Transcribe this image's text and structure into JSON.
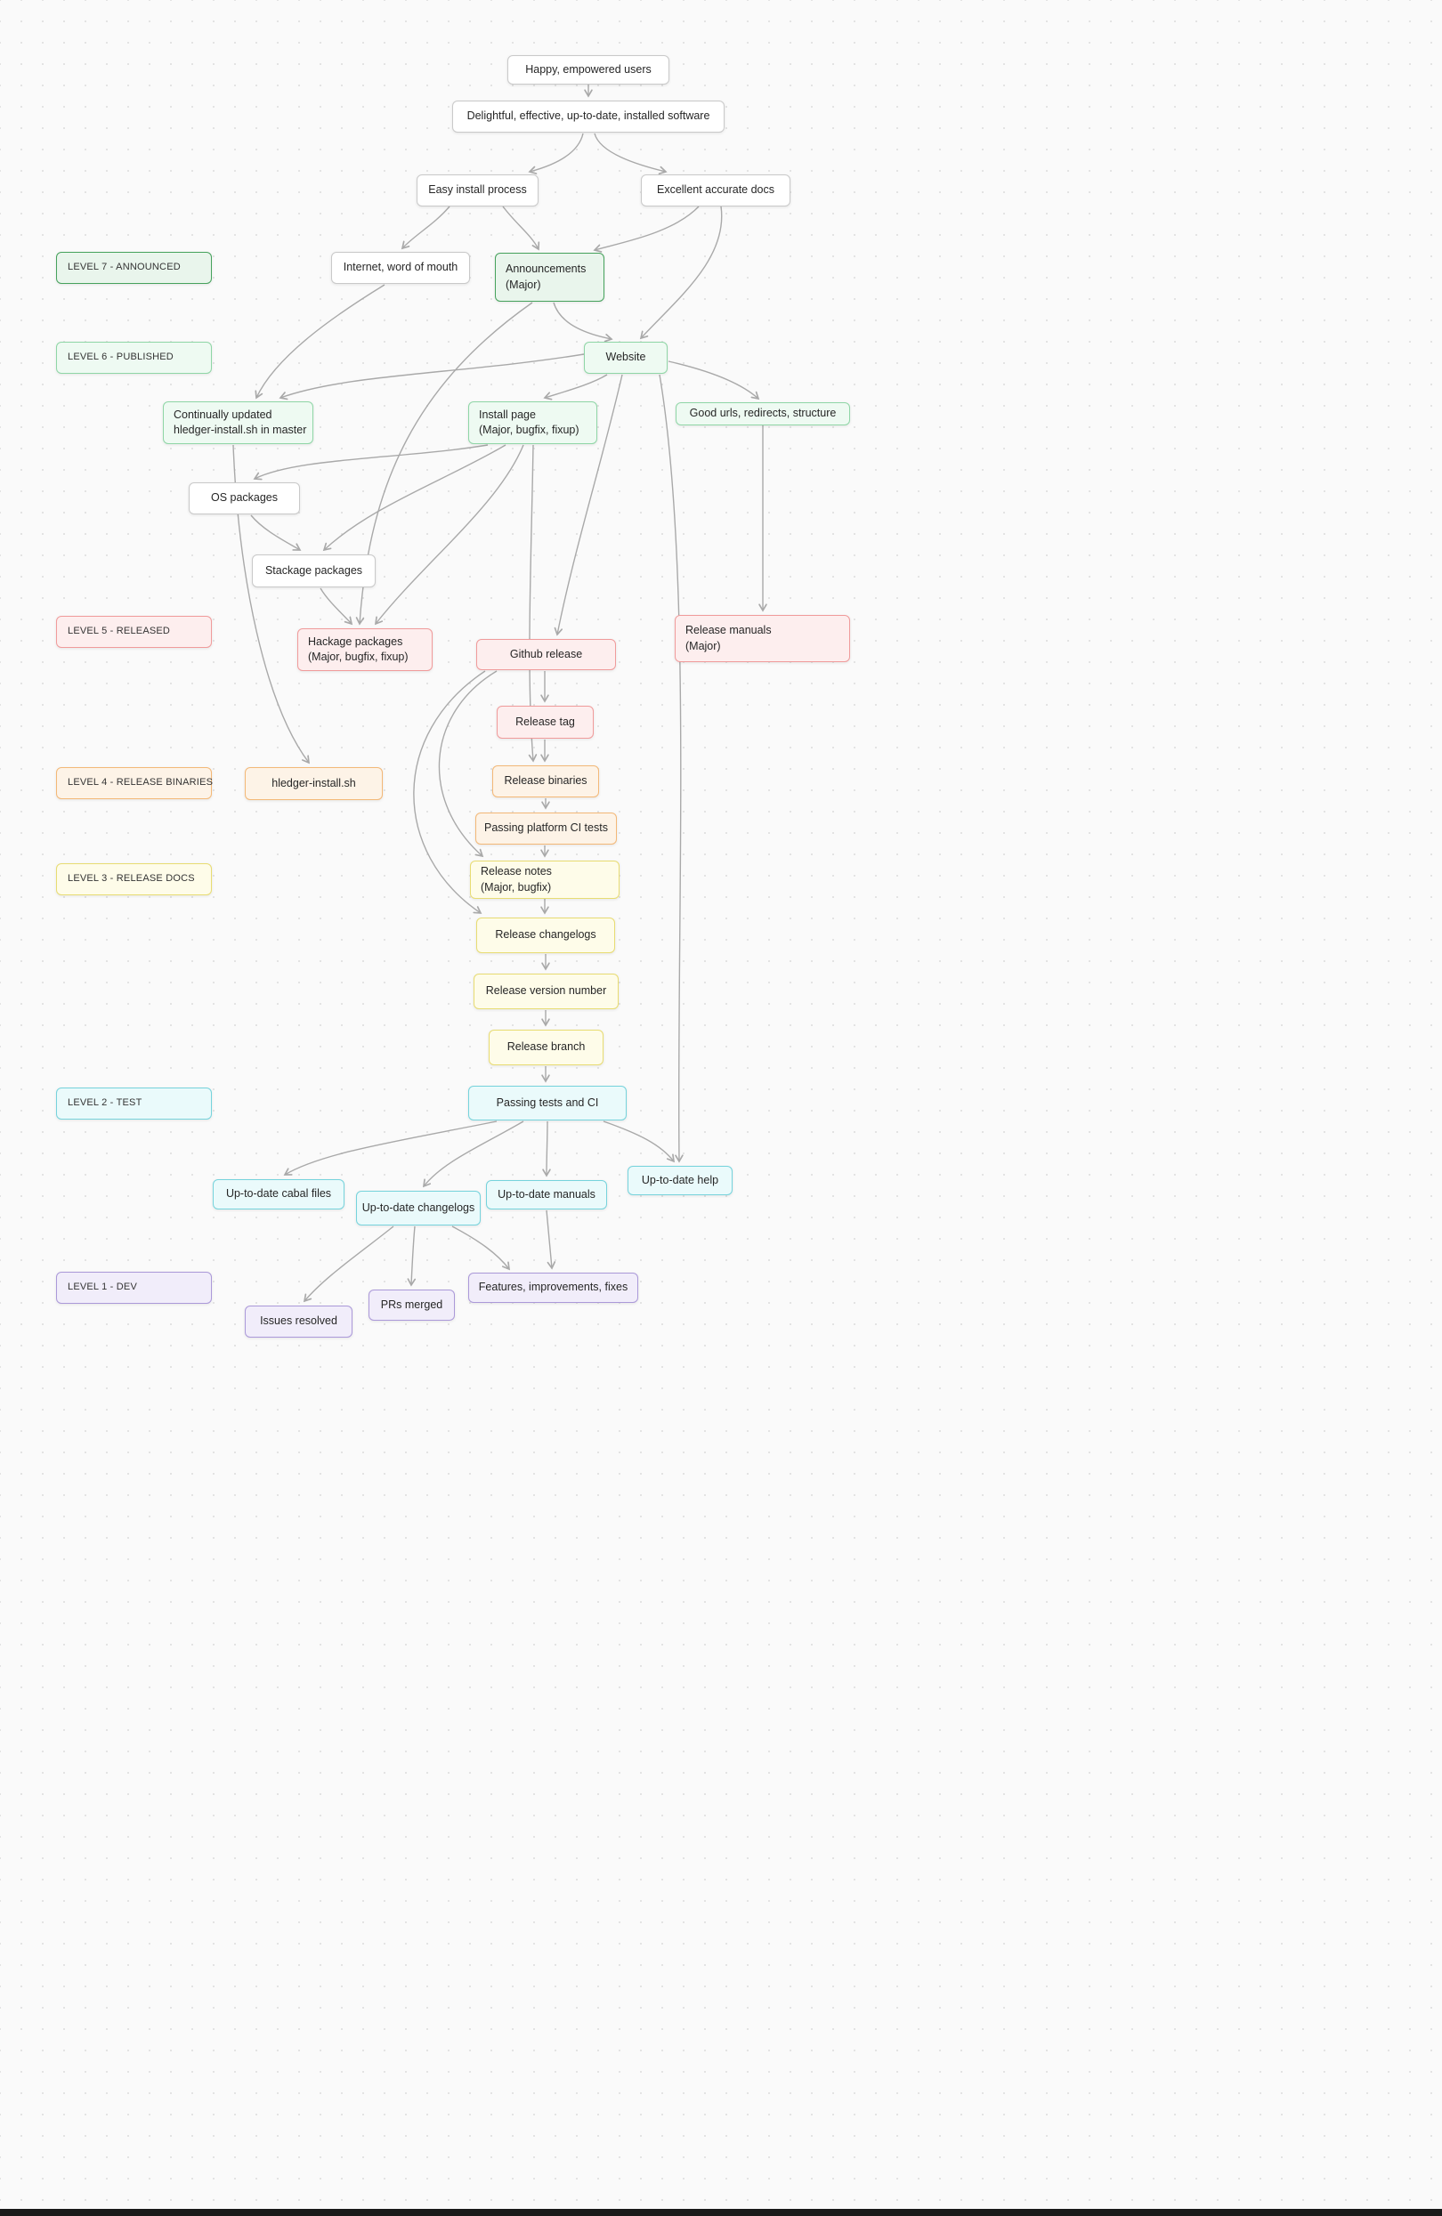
{
  "diagram": {
    "levels": [
      {
        "label": "LEVEL 7 - ANNOUNCED"
      },
      {
        "label": "LEVEL 6 - PUBLISHED"
      },
      {
        "label": "LEVEL 5 - RELEASED"
      },
      {
        "label": "LEVEL 4 - RELEASE BINARIES"
      },
      {
        "label": "LEVEL 3 - RELEASE DOCS"
      },
      {
        "label": "LEVEL 2 - TEST"
      },
      {
        "label": "LEVEL 1 - DEV"
      }
    ],
    "nodes": {
      "happy": {
        "label": "Happy, empowered users"
      },
      "delightful": {
        "label": "Delightful, effective, up-to-date, installed software"
      },
      "easy_install": {
        "label": "Easy install process"
      },
      "excellent_docs": {
        "label": "Excellent accurate docs"
      },
      "internet": {
        "label": "Internet, word of mouth"
      },
      "announcements": {
        "label": "Announcements",
        "sublabel": "(Major)"
      },
      "website": {
        "label": "Website"
      },
      "continually_updated": {
        "label": "Continually updated",
        "sublabel": "hledger-install.sh in master"
      },
      "install_page": {
        "label": "Install page",
        "sublabel": "(Major, bugfix, fixup)"
      },
      "good_urls": {
        "label": "Good urls, redirects, structure"
      },
      "os_packages": {
        "label": "OS packages"
      },
      "stackage_packages": {
        "label": "Stackage packages"
      },
      "hackage_packages": {
        "label": "Hackage packages",
        "sublabel": "(Major, bugfix, fixup)"
      },
      "github_release": {
        "label": "Github release"
      },
      "release_manuals": {
        "label": "Release manuals",
        "sublabel": "(Major)"
      },
      "release_tag": {
        "label": "Release tag"
      },
      "hledger_install_sh": {
        "label": "hledger-install.sh"
      },
      "release_binaries": {
        "label": "Release binaries"
      },
      "platform_ci": {
        "label": "Passing platform CI tests"
      },
      "release_notes": {
        "label": "Release notes",
        "sublabel": "(Major, bugfix)"
      },
      "release_changelogs": {
        "label": "Release changelogs"
      },
      "release_version_number": {
        "label": "Release version number"
      },
      "release_branch": {
        "label": "Release branch"
      },
      "passing_tests_ci": {
        "label": "Passing tests and CI"
      },
      "cabal_files": {
        "label": "Up-to-date cabal files"
      },
      "up_changelogs": {
        "label": "Up-to-date changelogs"
      },
      "up_manuals": {
        "label": "Up-to-date manuals"
      },
      "up_help": {
        "label": "Up-to-date help"
      },
      "features": {
        "label": "Features, improvements, fixes"
      },
      "prs_merged": {
        "label": "PRs merged"
      },
      "issues_resolved": {
        "label": "Issues resolved"
      }
    },
    "edges": [
      {
        "from": "happy",
        "to": "delightful"
      },
      {
        "from": "delightful",
        "to": "easy_install"
      },
      {
        "from": "delightful",
        "to": "excellent_docs"
      },
      {
        "from": "easy_install",
        "to": "internet"
      },
      {
        "from": "easy_install",
        "to": "announcements"
      },
      {
        "from": "excellent_docs",
        "to": "announcements"
      },
      {
        "from": "excellent_docs",
        "to": "website"
      },
      {
        "from": "announcements",
        "to": "website"
      },
      {
        "from": "announcements",
        "to": "hackage_packages"
      },
      {
        "from": "internet",
        "to": "continually_updated"
      },
      {
        "from": "website",
        "to": "continually_updated"
      },
      {
        "from": "website",
        "to": "install_page"
      },
      {
        "from": "website",
        "to": "good_urls"
      },
      {
        "from": "website",
        "to": "github_release"
      },
      {
        "from": "website",
        "to": "up_help"
      },
      {
        "from": "good_urls",
        "to": "release_manuals"
      },
      {
        "from": "continually_updated",
        "to": "hledger_install_sh"
      },
      {
        "from": "install_page",
        "to": "os_packages"
      },
      {
        "from": "install_page",
        "to": "stackage_packages"
      },
      {
        "from": "install_page",
        "to": "hackage_packages"
      },
      {
        "from": "install_page",
        "to": "release_binaries"
      },
      {
        "from": "stackage_packages",
        "to": "hackage_packages"
      },
      {
        "from": "os_packages",
        "to": "stackage_packages"
      },
      {
        "from": "github_release",
        "to": "release_tag"
      },
      {
        "from": "github_release",
        "to": "release_notes"
      },
      {
        "from": "github_release",
        "to": "release_changelogs"
      },
      {
        "from": "release_tag",
        "to": "release_binaries"
      },
      {
        "from": "release_binaries",
        "to": "platform_ci"
      },
      {
        "from": "platform_ci",
        "to": "release_notes"
      },
      {
        "from": "release_notes",
        "to": "release_changelogs"
      },
      {
        "from": "release_changelogs",
        "to": "release_version_number"
      },
      {
        "from": "release_version_number",
        "to": "release_branch"
      },
      {
        "from": "release_branch",
        "to": "passing_tests_ci"
      },
      {
        "from": "passing_tests_ci",
        "to": "cabal_files"
      },
      {
        "from": "passing_tests_ci",
        "to": "up_changelogs"
      },
      {
        "from": "passing_tests_ci",
        "to": "up_manuals"
      },
      {
        "from": "passing_tests_ci",
        "to": "up_help"
      },
      {
        "from": "up_manuals",
        "to": "features"
      },
      {
        "from": "up_changelogs",
        "to": "prs_merged"
      },
      {
        "from": "up_changelogs",
        "to": "issues_resolved"
      },
      {
        "from": "up_changelogs",
        "to": "features"
      }
    ],
    "colors": {
      "level7_green_dark": "#46a25c",
      "level6_green": "#8fd6a6",
      "level5_red": "#f09b9b",
      "level4_orange": "#f3b877",
      "level3_yellow": "#e8dc72",
      "level2_cyan": "#76d3dc",
      "level1_purple": "#ab99d9",
      "neutral_border": "#c9c9c9",
      "edge": "#a9a9a9",
      "background": "#fafafa"
    }
  }
}
